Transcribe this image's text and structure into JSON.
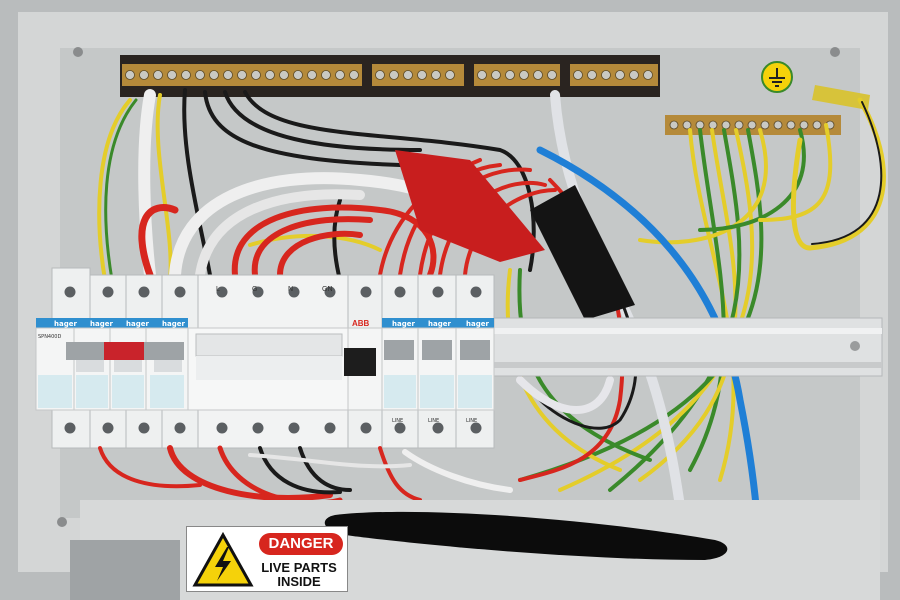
{
  "sign": {
    "header": "DANGER",
    "line1": "LIVE PARTS",
    "line2": "INSIDE"
  },
  "breakers": {
    "brand": "hager",
    "brand_alt": "ABB",
    "main_switch_label": "SPN400D",
    "terminal_letters": [
      "L",
      "G",
      "N",
      "GN"
    ],
    "rcbo_labels": [
      "LINE",
      "LINE",
      "LINE"
    ]
  },
  "icons": [
    "earth-symbol-icon",
    "lightning-warning-icon"
  ],
  "colors": {
    "wire_red": "#d7261e",
    "wire_blue": "#1f7fd6",
    "wire_black": "#1a1a1a",
    "wire_white": "#efefef",
    "wire_earth_green": "#3a8a2a",
    "wire_earth_yellow": "#e4cd2a",
    "busbar_brass": "#b58a3a",
    "warning_yellow": "#f5d20a"
  }
}
